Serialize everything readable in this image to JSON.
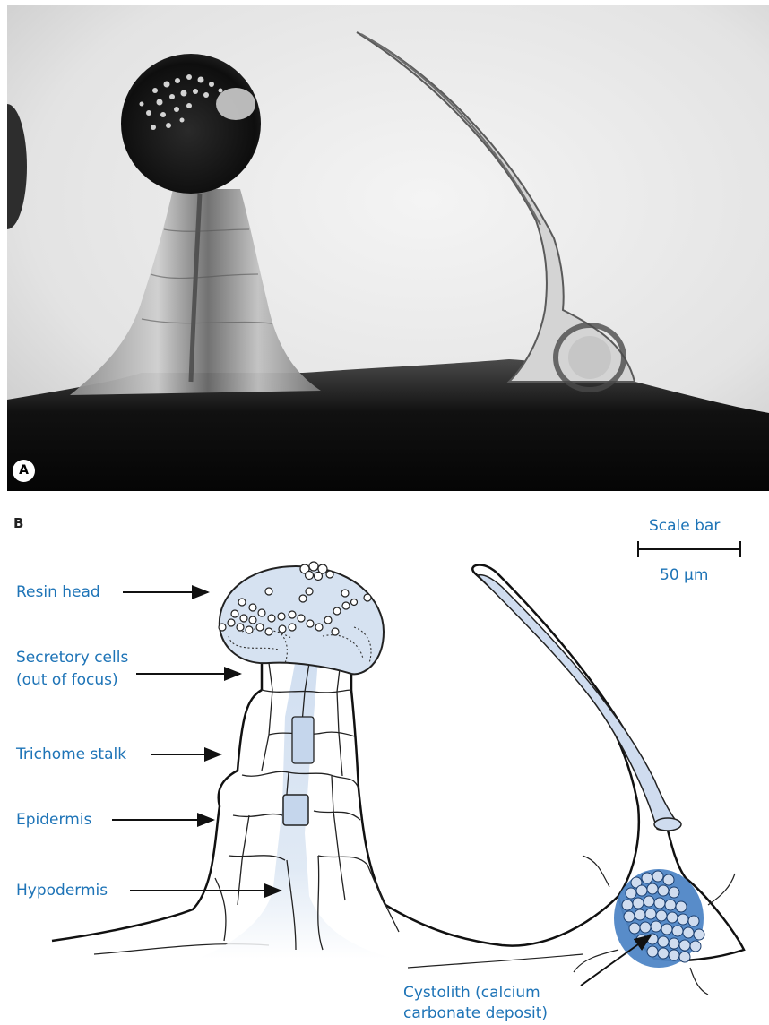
{
  "panel_a": {
    "letter": "A"
  },
  "panel_b": {
    "letter": "B",
    "labels": {
      "resin_head": "Resin head",
      "secretory_cells_line1": "Secretory cells",
      "secretory_cells_line2": "(out of focus)",
      "trichome_stalk": "Trichome stalk",
      "epidermis": "Epidermis",
      "hypodermis": "Hypodermis",
      "cystolith_line1": "Cystolith (calcium",
      "cystolith_line2": "carbonate deposit)"
    },
    "scale_bar": {
      "title": "Scale bar",
      "value": "50 µm"
    }
  },
  "colors": {
    "label_blue": "#1e74b7",
    "fill_light_blue": "#d7e2f1",
    "cystolith_blue": "#4f86c6",
    "photo_background": "#ebebeb",
    "photo_dark": "#111111"
  }
}
